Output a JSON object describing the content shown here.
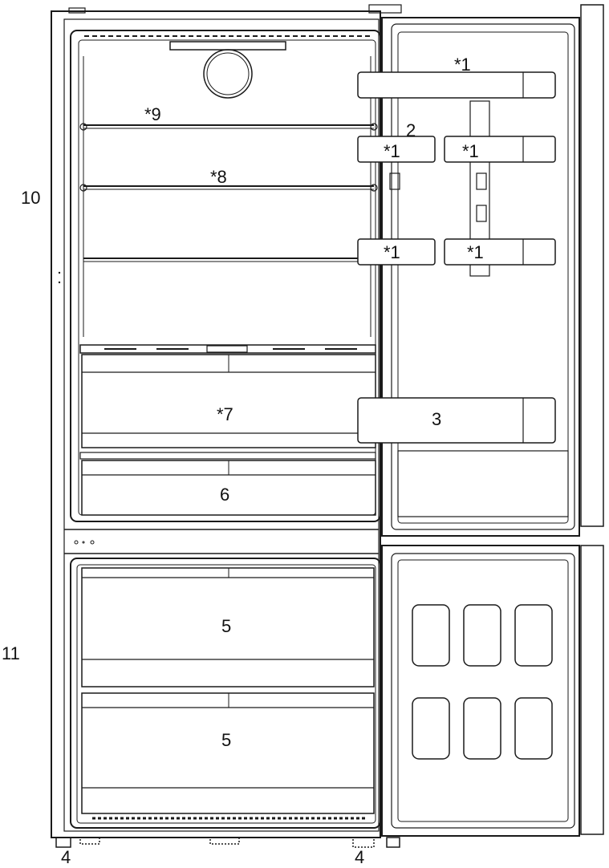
{
  "diagram": {
    "colors": {
      "line": "#1a1a1a",
      "background": "#ffffff",
      "fill": "#ffffff"
    },
    "callouts": {
      "door_shelf_top": "*1",
      "door_shelf_mid_left": "*1",
      "door_shelf_mid_right": "*1",
      "door_shelf_low_left": "*1",
      "door_shelf_low_right": "*1",
      "egg_tray": "2",
      "bottle_shelf": "3",
      "foot_left": "4",
      "foot_right": "4",
      "freezer_drawer_upper": "5",
      "freezer_drawer_lower": "5",
      "crisper_drawer": "6",
      "vegetable_drawer": "*7",
      "glass_shelf_mid": "*8",
      "glass_shelf_top": "*9",
      "fridge_compartment": "10",
      "freezer_compartment": "11"
    }
  }
}
